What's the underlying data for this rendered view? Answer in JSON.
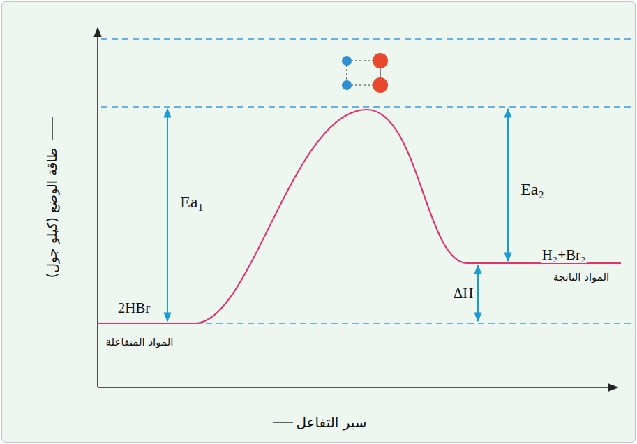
{
  "diagram": {
    "labels": [
      "طاقة الوضع (كيلو جول)",
      "سير التفاعل",
      "Ea₁",
      "Ea₂",
      "ΔH",
      "2HBr",
      "المواد المتفاعلة",
      "H₂+Br₂",
      "المواد الناتجة"
    ]
  }
}
